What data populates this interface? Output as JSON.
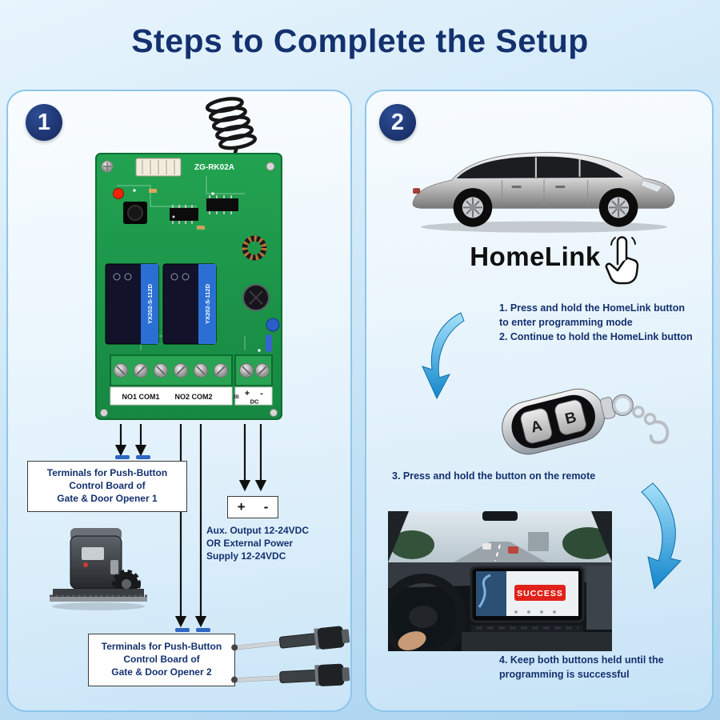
{
  "title": "Steps to Complete the Setup",
  "step1": {
    "badge": "1",
    "board": {
      "model": "ZG-RK02A",
      "relay1_label": "YX202-S-112D",
      "relay2_label": "YX202-S-112D",
      "terminal1": "NO1 COM1",
      "terminal2": "NO2 COM2",
      "jb": "JB",
      "plus": "+",
      "minus": "-",
      "dc": "DC"
    },
    "opener1_note": "Terminals for Push-Button\nControl Board of\nGate & Door Opener 1",
    "aux_plus": "+",
    "aux_minus": "-",
    "aux_note": "Aux. Output 12-24VDC\nOR External Power\nSupply 12-24VDC",
    "opener2_note": "Terminals for Push-Button\nControl Board of\nGate & Door Opener 2"
  },
  "step2": {
    "badge": "2",
    "homelink": "HomeLink",
    "steps_1_2": "1. Press and hold the HomeLink button\nto enter programming mode\n2. Continue to hold the HomeLink button",
    "remote_a": "A",
    "remote_b": "B",
    "step_3": "3. Press and hold the button on the remote",
    "success": "SUCCESS",
    "step_4": "4. Keep both buttons held until the\nprogramming is successful"
  }
}
